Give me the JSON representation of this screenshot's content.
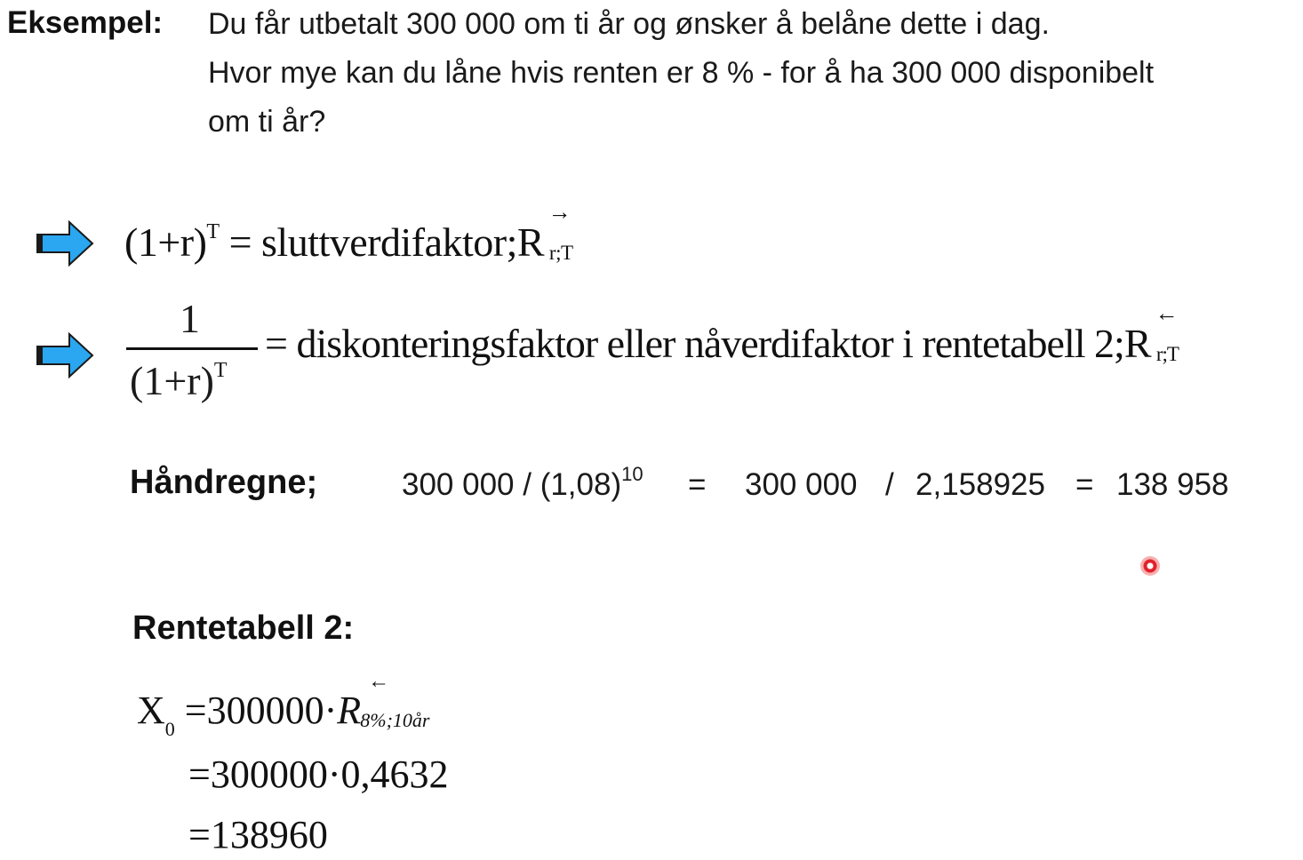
{
  "example": {
    "label": "Eksempel:",
    "lines": [
      "Du får utbetalt 300 000 om ti år og ønsker å belåne dette i dag.",
      "Hvor mye kan du låne hvis renten er 8 % - for å ha 300 000 disponibelt",
      "om ti år?"
    ]
  },
  "formula1": {
    "base": "(1+r)",
    "exp": "T",
    "equals": "=",
    "text": "sluttverdifaktor;",
    "symbol": "R",
    "arrow": "→",
    "subscript": "r;T"
  },
  "formula2": {
    "numerator": "1",
    "denominator": "(1+r)",
    "exp": "T",
    "equals": "=",
    "text": "diskonteringsfaktor eller nåverdifaktor i rentetabell 2;",
    "symbol": "R",
    "arrow": "←",
    "subscript": "r;T"
  },
  "hand": {
    "label": "Håndregne;",
    "expr_base": "300 000 / (1,08)",
    "expr_exp": "10",
    "eq1": "=",
    "mid": "300 000",
    "slash": "/",
    "factor": "2,158925",
    "eq2": "=",
    "result": "138 958"
  },
  "table": {
    "label": "Rentetabell 2:",
    "line1": {
      "lhs": "X",
      "lhs_sub": "0",
      "rhs": "=300000·",
      "symbol": "R",
      "arrow": "←",
      "subscript": "8%;10år"
    },
    "line2": "=300000·0,4632",
    "line3": "=138960"
  },
  "colors": {
    "arrow_fill": "#2aa7f0",
    "arrow_stroke": "#1a1a1a",
    "pointer": "#e0212a"
  },
  "icons": {
    "formula_marker": "right-arrow-icon",
    "laser_pointer": "pointer-dot-icon"
  }
}
